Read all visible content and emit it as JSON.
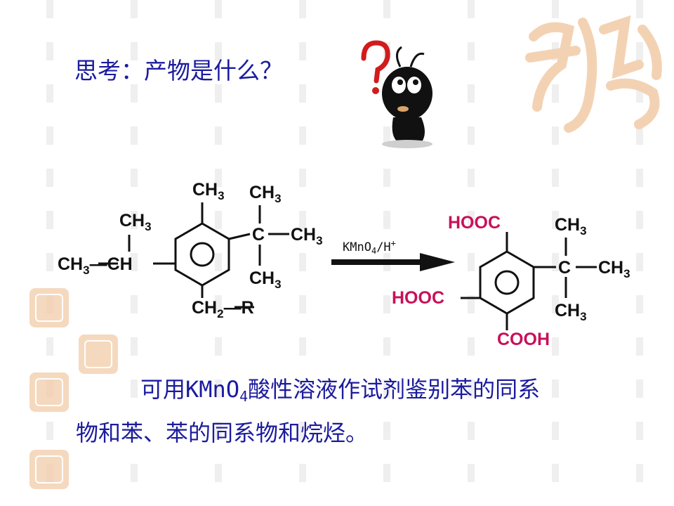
{
  "slide": {
    "title": "思考：产物是什么？",
    "statement_line1_a": "可用",
    "statement_reagent": "KMnO",
    "statement_reagent_sub": "4",
    "statement_line1_b": "酸性溶液作试剂鉴别苯的同系",
    "statement_line2": "物和苯、苯的同系物和烷烃。"
  },
  "reactant": {
    "ch3_top": "CH3",
    "ch3_left_top": "CH3",
    "ch3_ch": "CH3—CH",
    "ch3_c_top": "CH3",
    "c_label": "C",
    "ch3_c_right": "CH3",
    "ch3_c_bottom": "CH3",
    "ch2r": "CH2—R"
  },
  "reagent": {
    "label": "KMnO4/H+"
  },
  "product": {
    "hooc_top": "HOOC",
    "hooc_left": "HOOC",
    "cooh_bottom": "COOH",
    "ch3_top": "CH3",
    "c_label": "C",
    "ch3_right": "CH3",
    "ch3_bottom": "CH3"
  },
  "colors": {
    "text_blue": "#1b1b9e",
    "acid_red": "#c8105a",
    "stamp_orange": "#f2c9a3"
  },
  "icons": {
    "mascot": "thinking-cartoon-character",
    "deco": "jixiang-ruyi-seal"
  }
}
